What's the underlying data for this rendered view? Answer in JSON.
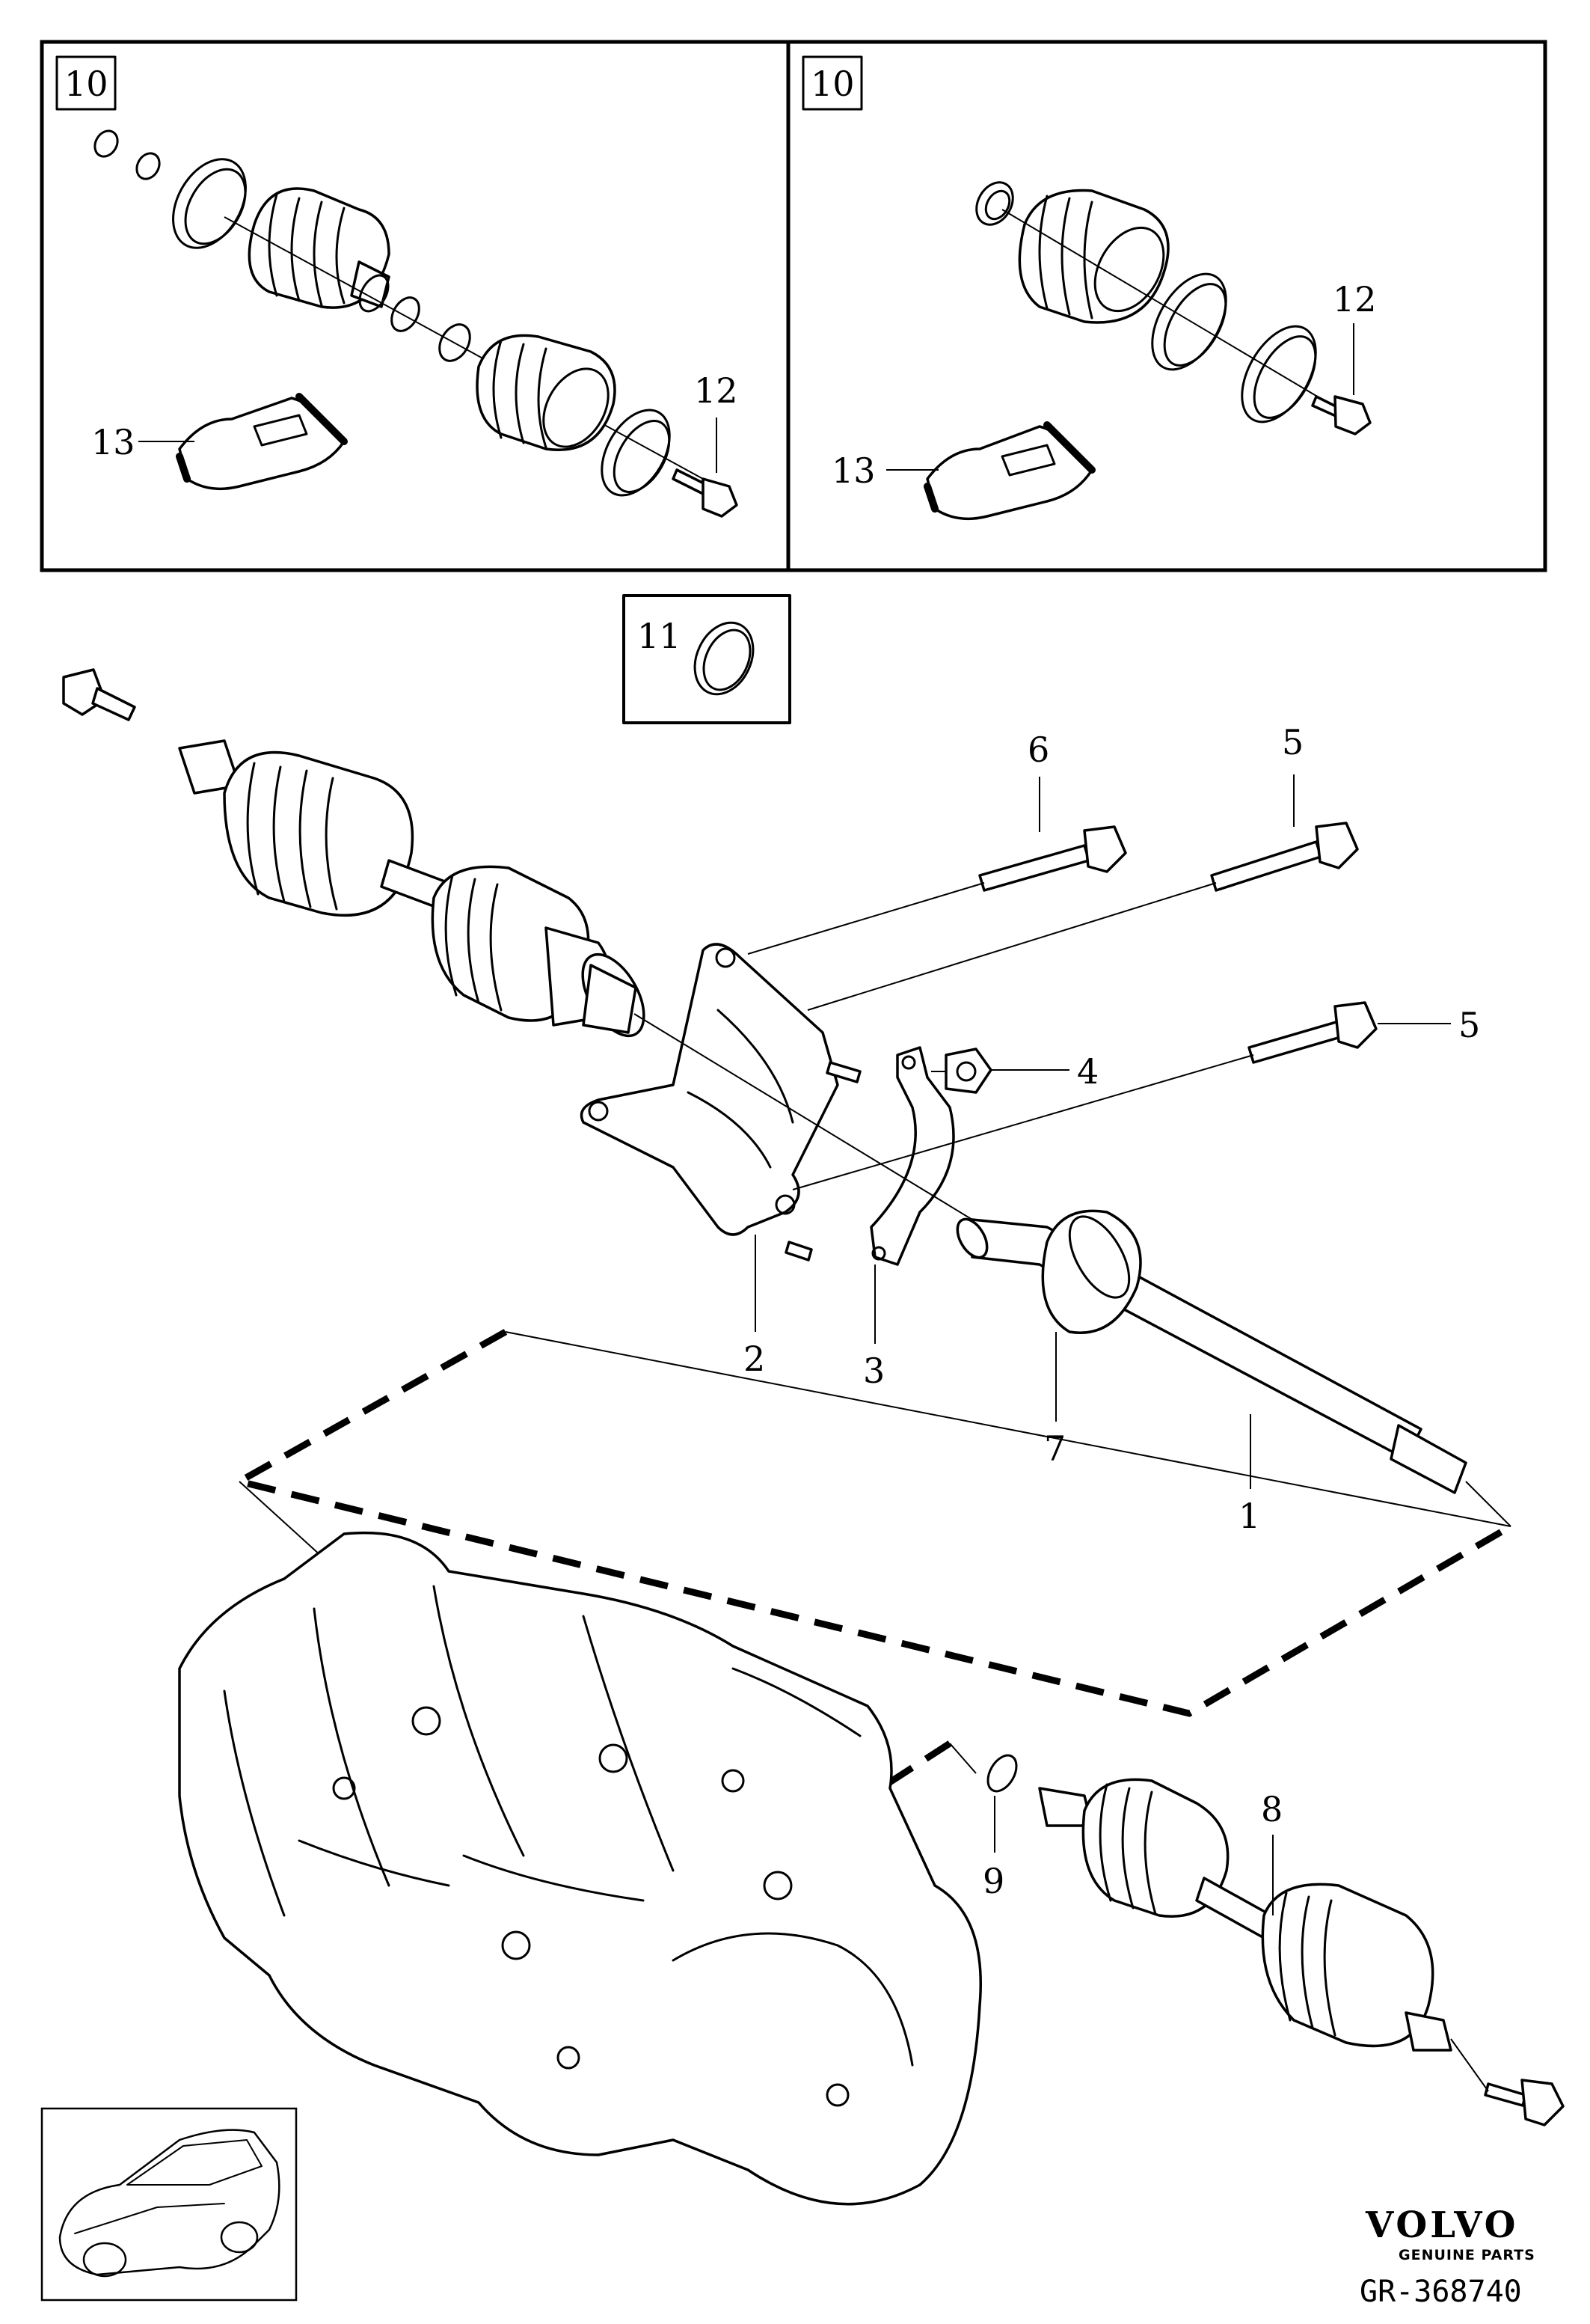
{
  "callouts": {
    "c1": "1",
    "c2": "2",
    "c3": "3",
    "c4": "4",
    "c5a": "5",
    "c5b": "5",
    "c6": "6",
    "c7": "7",
    "c8": "8",
    "c9": "9",
    "c10a": "10",
    "c10b": "10",
    "c11": "11",
    "c12a": "12",
    "c12b": "12",
    "c13a": "13",
    "c13b": "13"
  },
  "logo": {
    "brand": "VOLVO",
    "tagline": "GENUINE PARTS"
  },
  "reference_code": "GR-368740"
}
